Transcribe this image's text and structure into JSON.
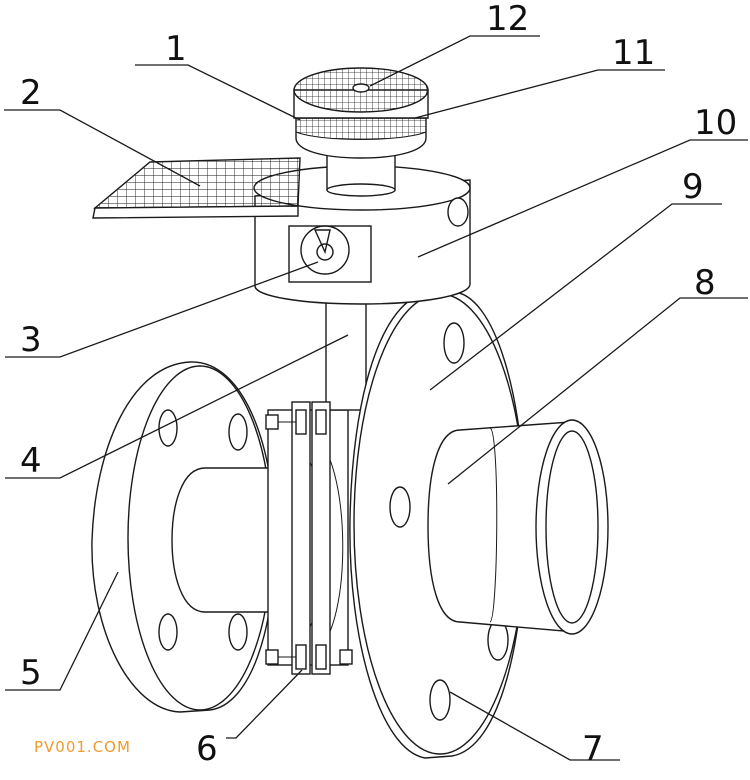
{
  "labels": {
    "l1": "1",
    "l2": "2",
    "l3": "3",
    "l4": "4",
    "l5": "5",
    "l6": "6",
    "l7": "7",
    "l8": "8",
    "l9": "9",
    "l10": "10",
    "l11": "11",
    "l12": "12"
  },
  "watermark": "PV001.COM",
  "colors": {
    "line": "#1a1a1a",
    "watermark": "#f29a2e",
    "background": "#ffffff"
  }
}
